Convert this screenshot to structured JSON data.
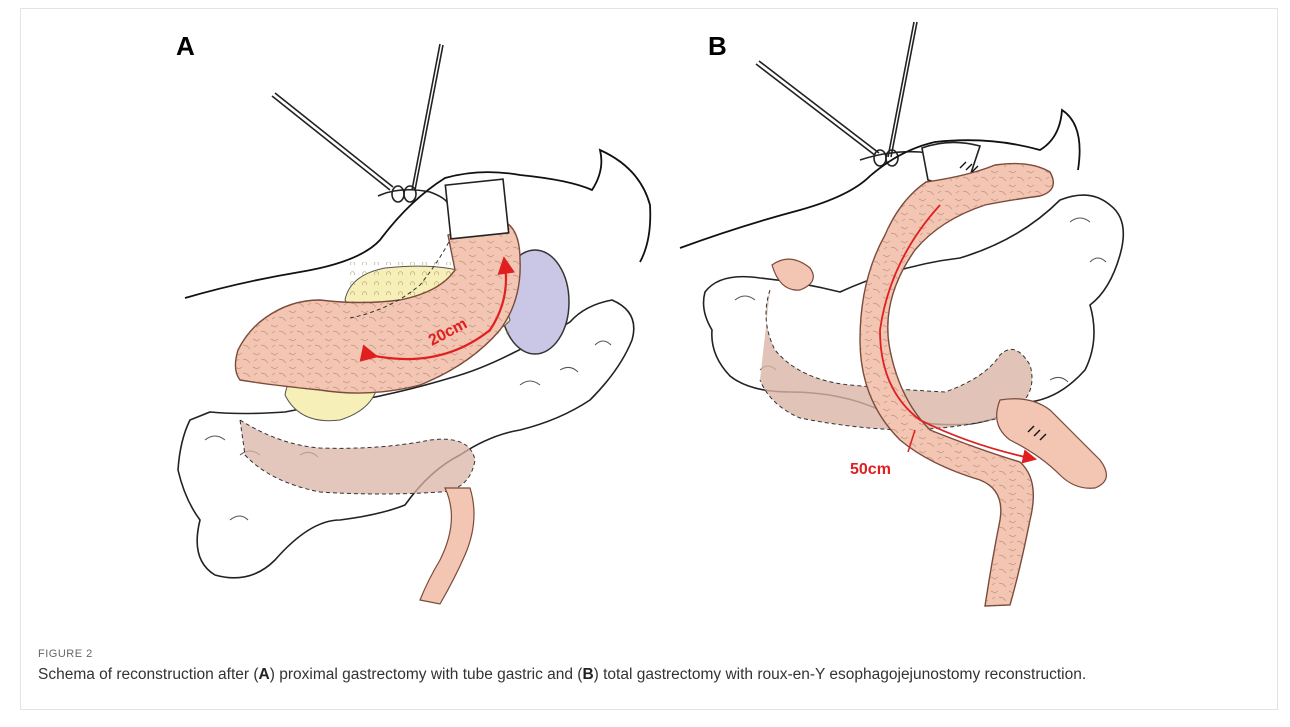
{
  "figure": {
    "panel_a_label": "A",
    "panel_b_label": "B",
    "panel_a_measurement": "20cm",
    "panel_b_measurement": "50cm",
    "caption_label": "FIGURE 2",
    "caption": {
      "part1": "Schema of reconstruction after (",
      "ref_a": "A",
      "part2": ") proximal gastrectomy with tube gastric and (",
      "ref_b": "B",
      "part3": ") total gastrectomy with roux-en-Y esophagojejunostomy reconstruction."
    }
  },
  "colors": {
    "tissue": "#f3c5b3",
    "fat": "#f7efb8",
    "spleen": "#c9c6e6",
    "measure": "#e02020"
  }
}
